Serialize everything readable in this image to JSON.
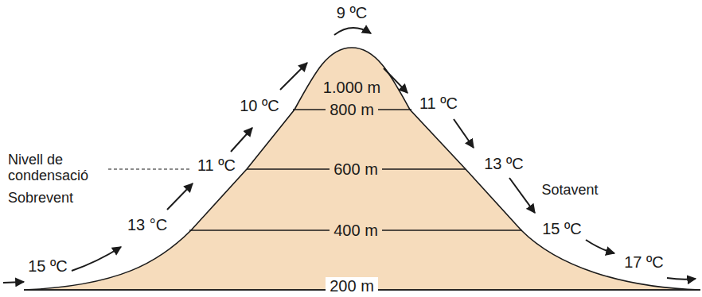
{
  "diagram": {
    "labels": [
      "9 ºC",
      "1.000 m",
      "10 ºC",
      "800 m",
      "11 ºC",
      "Nivell de condensació",
      "11 ºC",
      "600 m",
      "13 ºC",
      "Sotavent",
      "Sobrevent",
      "13 °C",
      "400 m",
      "15 ºC",
      "15 ºC",
      "17 ºC",
      "200 m"
    ]
  }
}
